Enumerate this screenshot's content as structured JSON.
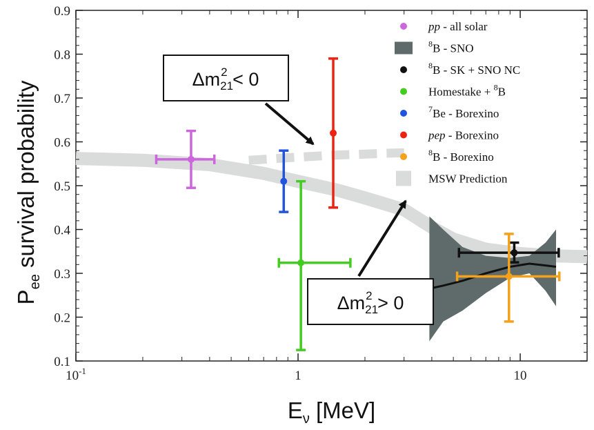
{
  "chart_data": {
    "type": "scatter",
    "x_scale": "log",
    "xlim": [
      0.1,
      20
    ],
    "ylim": [
      0.1,
      0.9
    ],
    "x_ticks": [
      {
        "value": 0.1,
        "base": "10",
        "exp": "-1"
      },
      {
        "value": 1,
        "base": "1",
        "exp": ""
      },
      {
        "value": 10,
        "base": "10",
        "exp": ""
      }
    ],
    "y_ticks": [
      "0.1",
      "0.2",
      "0.3",
      "0.4",
      "0.5",
      "0.6",
      "0.7",
      "0.8",
      "0.9"
    ],
    "xlabel": {
      "main": "E",
      "sub": "ν",
      "rest": " [MeV]"
    },
    "ylabel": {
      "main": "P",
      "sub": "ee",
      "rest": " survival probability"
    },
    "legend_position": "top-right",
    "series": [
      {
        "name_pre": "",
        "name_italic": "pp",
        "name_sup": "",
        "name_post": " - all solar",
        "color": "#cc66dd",
        "marker": "point",
        "x": 0.33,
        "y": 0.56,
        "x_err": [
          0.23,
          0.42
        ],
        "y_err": [
          0.495,
          0.625
        ]
      },
      {
        "name_pre": "",
        "name_italic": "",
        "name_sup": "8",
        "name_post": "B - SNO",
        "color": "#5f6a6a",
        "marker": "band"
      },
      {
        "name_pre": "",
        "name_italic": "",
        "name_sup": "8",
        "name_post": "B - SK + SNO NC",
        "color": "#111111",
        "marker": "point",
        "x": 9.4,
        "y": 0.347,
        "x_err": [
          5.3,
          14.9
        ],
        "y_err": [
          0.325,
          0.37
        ]
      },
      {
        "name_pre": "Homestake + ",
        "name_italic": "",
        "name_sup": "8",
        "name_post": "B",
        "color": "#44cc22",
        "marker": "point",
        "x": 1.03,
        "y": 0.324,
        "x_err": [
          0.82,
          1.72
        ],
        "y_err": [
          0.125,
          0.51
        ]
      },
      {
        "name_pre": "",
        "name_italic": "",
        "name_sup": "7",
        "name_post": "Be - Borexino",
        "color": "#2255dd",
        "marker": "point",
        "x": 0.862,
        "y": 0.51,
        "x_err": [
          0.862,
          0.862
        ],
        "y_err": [
          0.44,
          0.58
        ]
      },
      {
        "name_pre": "",
        "name_italic": "pep",
        "name_sup": "",
        "name_post": " - Borexino",
        "color": "#ee2211",
        "marker": "point",
        "x": 1.44,
        "y": 0.62,
        "x_err": [
          1.44,
          1.44
        ],
        "y_err": [
          0.45,
          0.79
        ]
      },
      {
        "name_pre": "",
        "name_italic": "",
        "name_sup": "8",
        "name_post": "B - Borexino",
        "color": "#f4a11c",
        "marker": "point",
        "x": 8.9,
        "y": 0.293,
        "x_err": [
          5.2,
          15.0
        ],
        "y_err": [
          0.19,
          0.39
        ]
      },
      {
        "name_pre": "",
        "name_italic": "",
        "name_sup": "",
        "name_post": "MSW Prediction",
        "color": "#d9dcdb",
        "marker": "square"
      }
    ],
    "msw_curve": {
      "x": [
        0.1,
        0.2,
        0.4,
        0.7,
        1.0,
        1.5,
        2.0,
        3.0,
        4.0,
        5.0,
        7.0,
        10.0,
        14.0,
        20.0
      ],
      "y": [
        0.562,
        0.558,
        0.548,
        0.528,
        0.51,
        0.49,
        0.472,
        0.445,
        0.405,
        0.378,
        0.355,
        0.345,
        0.34,
        0.338
      ]
    },
    "msw_negative_curve": {
      "x": [
        0.6,
        1.0,
        1.5,
        2.0,
        2.5,
        3.0
      ],
      "y": [
        0.558,
        0.565,
        0.57,
        0.572,
        0.574,
        0.575
      ]
    },
    "sno_band": {
      "x": [
        3.9,
        4.5,
        5.5,
        7.0,
        9.0,
        11.0,
        13.0,
        14.5
      ],
      "center": [
        0.265,
        0.272,
        0.283,
        0.3,
        0.315,
        0.322,
        0.318,
        0.315
      ],
      "upper": [
        0.43,
        0.4,
        0.36,
        0.34,
        0.335,
        0.34,
        0.37,
        0.4
      ],
      "lower": [
        0.145,
        0.19,
        0.215,
        0.255,
        0.29,
        0.3,
        0.26,
        0.225
      ]
    },
    "annotations": [
      {
        "id": "neg",
        "base": "Δm",
        "sub": "21",
        "sup": "2",
        "rel": " < 0",
        "arrow_to": {
          "x": 1.17,
          "y": 0.595
        }
      },
      {
        "id": "pos",
        "base": "Δm",
        "sub": "21",
        "sup": "2",
        "rel": " > 0",
        "arrow_to": {
          "x": 3.05,
          "y": 0.465
        }
      }
    ]
  }
}
